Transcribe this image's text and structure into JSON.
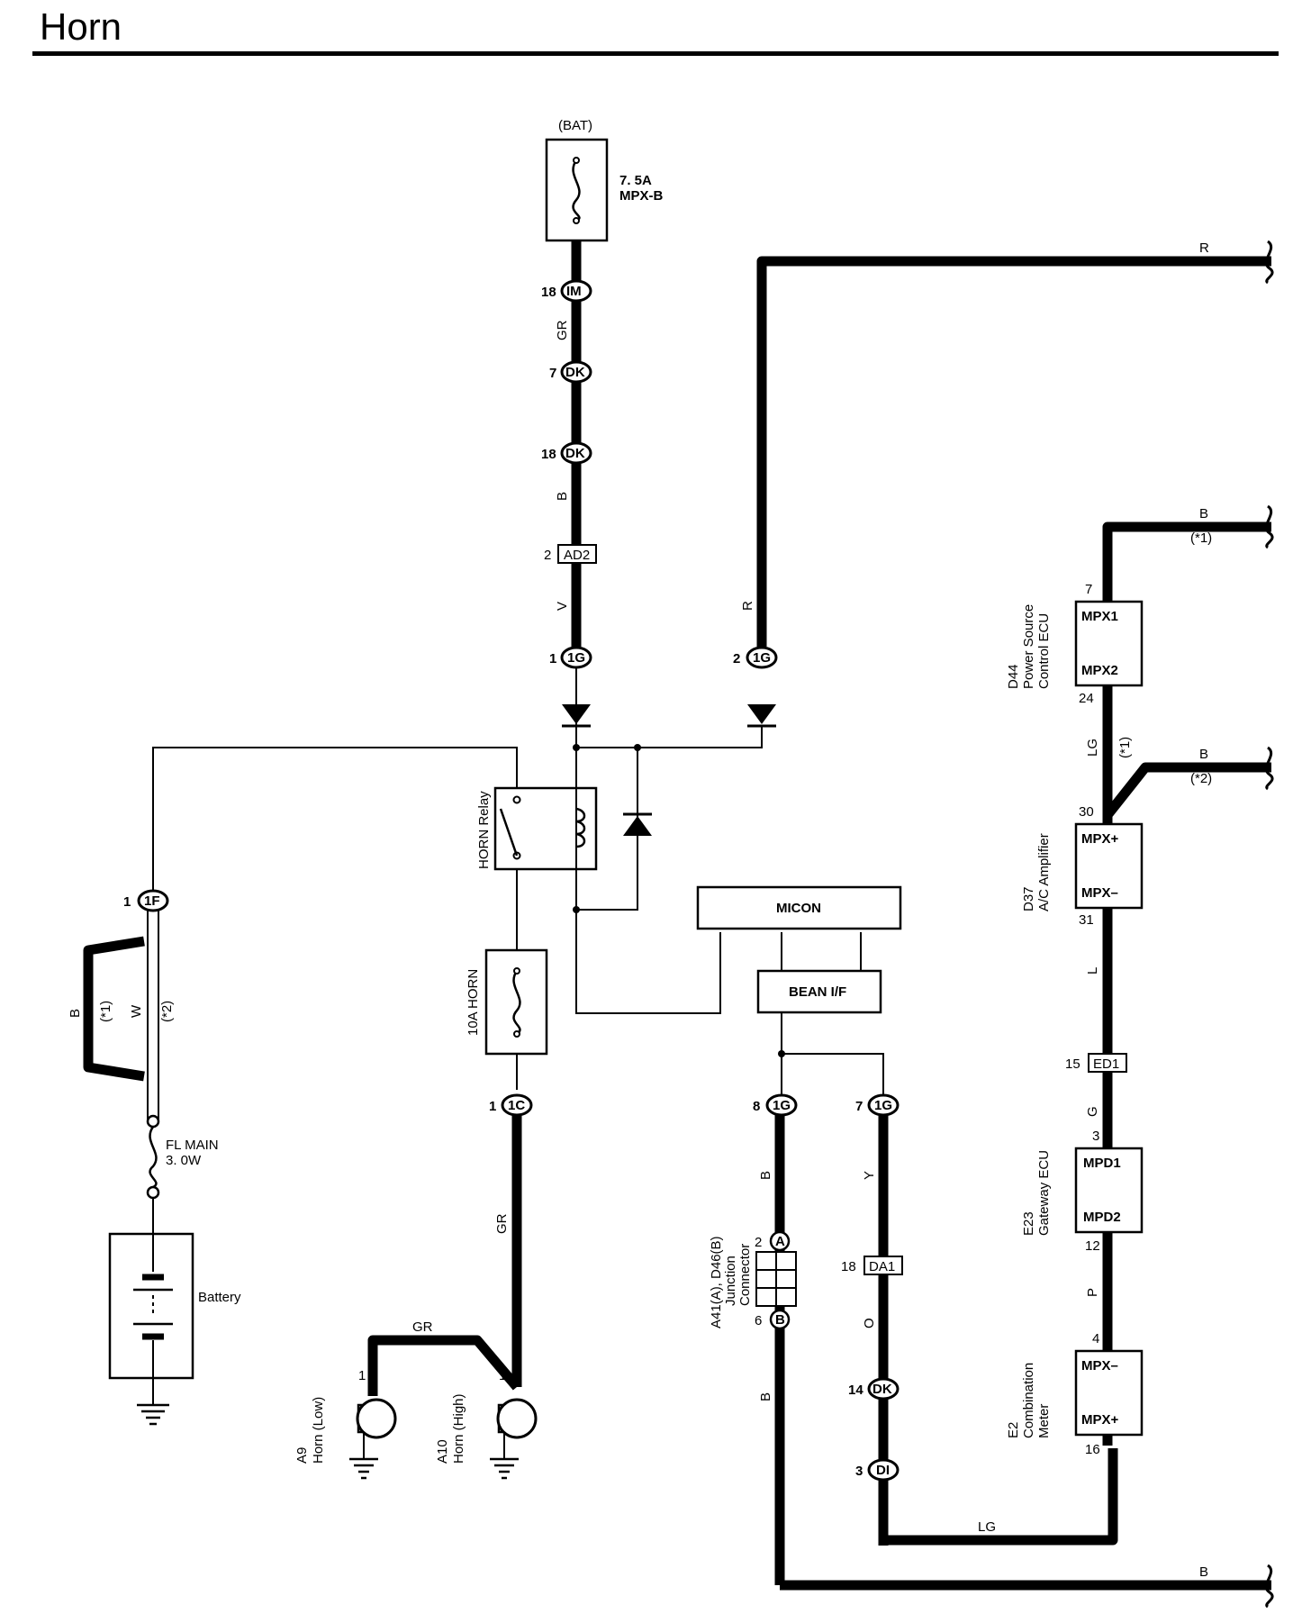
{
  "title": "Horn",
  "power": {
    "source": "(BAT)",
    "fuse_amp": "7. 5A",
    "fuse_name": "MPX-B"
  },
  "connectors": {
    "im": {
      "code": "IM",
      "pin": "18"
    },
    "dk_top": {
      "code": "DK",
      "pin": "7"
    },
    "dk_mid": {
      "code": "DK",
      "pin": "18"
    },
    "ad2": {
      "code": "AD2",
      "pin": "2"
    },
    "g1_left": {
      "code": "1G",
      "pin": "1"
    },
    "g1_right": {
      "code": "1G",
      "pin": "2"
    },
    "f1": {
      "code": "1F",
      "pin": "1"
    },
    "c1": {
      "code": "1C",
      "pin": "1"
    },
    "g1_8": {
      "code": "1G",
      "pin": "8"
    },
    "g1_7": {
      "code": "1G",
      "pin": "7"
    },
    "jc_a": {
      "code": "A",
      "pin": "2"
    },
    "jc_b": {
      "code": "B",
      "pin": "6"
    },
    "da1": {
      "code": "DA1",
      "pin": "18"
    },
    "dk_low": {
      "code": "DK",
      "pin": "14"
    },
    "di": {
      "code": "DI",
      "pin": "3"
    },
    "ed1": {
      "code": "ED1",
      "pin": "15"
    }
  },
  "wires": {
    "gr_top": "GR",
    "b_mid": "B",
    "v": "V",
    "r_vertical": "R",
    "r_top": "R",
    "b_left": "B",
    "w_left": "W",
    "note1": "(*1)",
    "note2": "(*2)",
    "gr_right": "GR",
    "gr_horn": "GR",
    "b_jc_top": "B",
    "y": "Y",
    "o": "O",
    "b_jc_bottom": "B",
    "lg_bottom": "LG",
    "b_bottom": "B",
    "b_ecu_top": "B",
    "lg_ecu": "LG",
    "b_amp": "B",
    "l": "L",
    "g": "G",
    "p": "P"
  },
  "components": {
    "horn_relay": "HORN Relay",
    "horn_fuse": "10A HORN",
    "fl_main": "FL MAIN",
    "fl_main_value": "3. 0W",
    "battery": "Battery",
    "micon": "MICON",
    "bean_if": "BEAN I/F",
    "horn_low_code": "A9",
    "horn_low_name": "Horn (Low)",
    "horn_high_code": "A10",
    "horn_high_name": "Horn (High)",
    "horn_pin": "1",
    "jc_code": "A41(A), D46(B)",
    "jc_name1": "Junction",
    "jc_name2": "Connector"
  },
  "ecus": {
    "power_source": {
      "code": "D44",
      "name1": "Power Source",
      "name2": "Control ECU",
      "term1": "MPX1",
      "term2": "MPX2",
      "pin1": "7",
      "pin2": "24"
    },
    "ac_amp": {
      "code": "D37",
      "name1": "A/C Amplifier",
      "term1": "MPX+",
      "term2": "MPX–",
      "pin1": "30",
      "pin2": "31"
    },
    "gateway": {
      "code": "E23",
      "name1": "Gateway ECU",
      "term1": "MPD1",
      "term2": "MPD2",
      "pin1": "3",
      "pin2": "12"
    },
    "meter": {
      "code": "E2",
      "name1": "Combination",
      "name2": "Meter",
      "term1": "MPX–",
      "term2": "MPX+",
      "pin1": "4",
      "pin2": "16"
    }
  }
}
